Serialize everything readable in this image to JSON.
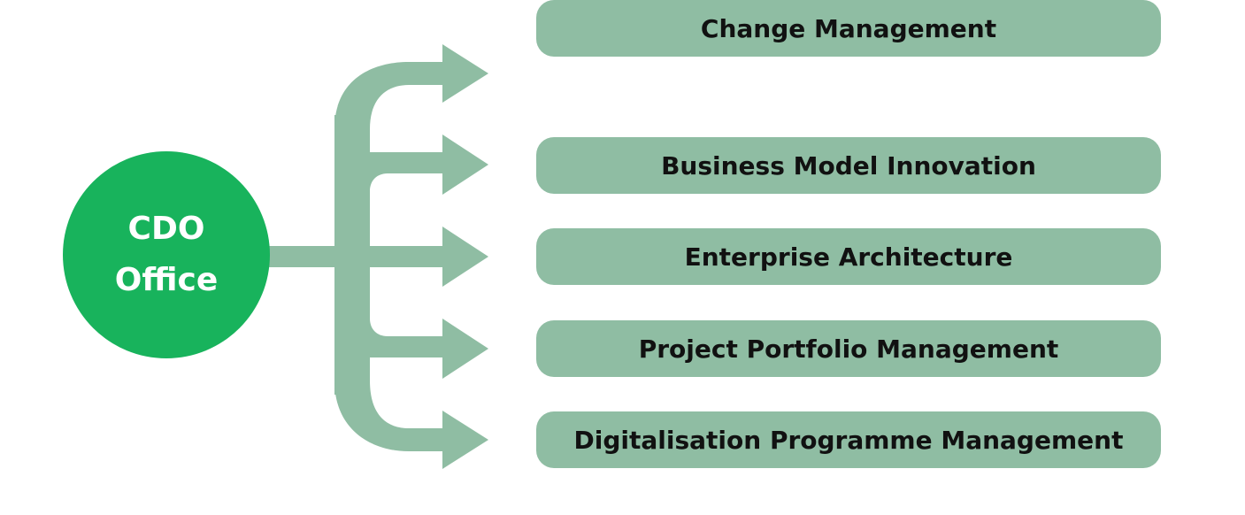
{
  "hub": {
    "line1": "CDO",
    "line2": "Office",
    "color": "#18b35c"
  },
  "branches": [
    {
      "label": "Business Model Innovation"
    },
    {
      "label": "Enterprise Architecture"
    },
    {
      "label": "Project Portfolio Management"
    },
    {
      "label": "Digitalisation Programme Management"
    },
    {
      "label": "Change Management"
    }
  ],
  "colors": {
    "connector": "#8fbda3",
    "box": "#8fbda3",
    "text": "#111111",
    "background": "#ffffff"
  }
}
